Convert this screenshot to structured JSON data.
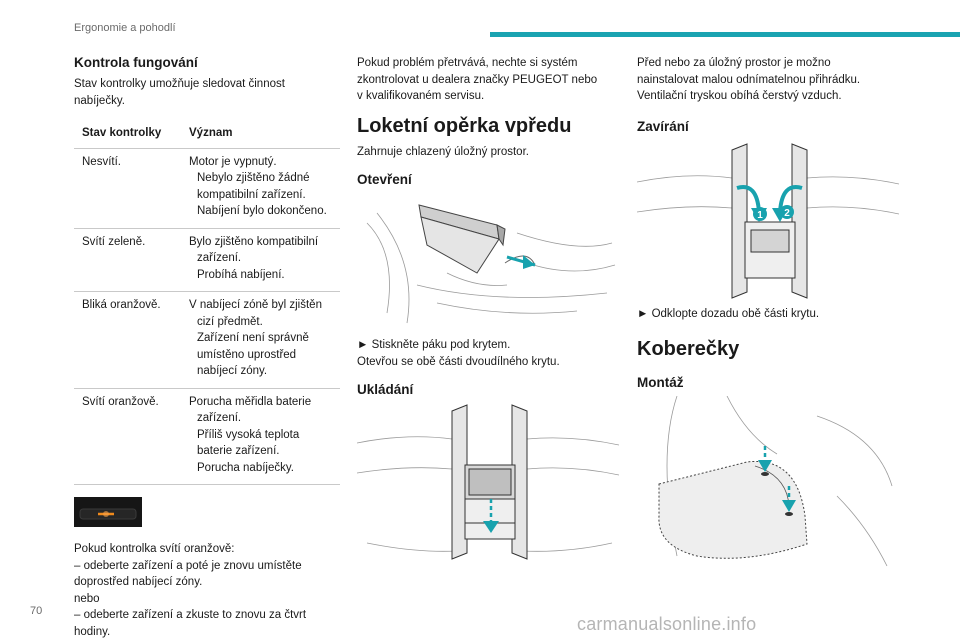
{
  "header": {
    "section": "Ergonomie a pohodlí",
    "accent_color": "#1aa3b1"
  },
  "col1": {
    "heading": "Kontrola fungování",
    "intro": "Stav kontrolky umožňuje sledovat činnost\nnabíječky.",
    "table": {
      "headers": [
        "Stav kontrolky",
        "Význam"
      ],
      "rows": [
        {
          "state": "Nesvítí.",
          "meaning": "Motor je vypnutý.\nNebylo zjištěno žádné kompatibilní zařízení.\nNabíjení bylo dokončeno."
        },
        {
          "state": "Svítí zeleně.",
          "meaning": "Bylo zjištěno kompatibilní zařízení.\nProbíhá nabíjení."
        },
        {
          "state": "Bliká oranžově.",
          "meaning": "V nabíjecí zóně byl zjištěn cizí předmět.\nZařízení není správně umístěno uprostřed nabíjecí zóny."
        },
        {
          "state": "Svítí oranžově.",
          "meaning": "Porucha měřidla baterie zařízení.\nPříliš vysoká teplota baterie zařízení.\nPorucha nabíječky."
        }
      ]
    },
    "note": "Pokud kontrolka svítí oranžově:\n–  odeberte zařízení a poté je znovu umístěte\ndoprostřed nabíjecí zóny.\nnebo\n–  odeberte zařízení a zkuste to znovu za čtvrt\nhodiny."
  },
  "col2": {
    "intro": "Pokud problém přetrvává, nechte si systém\nzkontrolovat u dealera značky PEUGEOT nebo\nv kvalifikovaném servisu.",
    "title": "Loketní opěrka vpředu",
    "subtitle": "Zahrnuje chlazený úložný prostor.",
    "open_heading": "Otevření",
    "open_text": "►  Stiskněte páku pod krytem.\nOtevřou se obě části dvoudílného krytu.",
    "store_heading": "Ukládání"
  },
  "col3": {
    "intro": "Před nebo za úložný prostor je možno\nnainstalovat malou odnímatelnou přihrádku.\nVentilační tryskou obíhá čerstvý vzduch.",
    "close_heading": "Zavírání",
    "close_text": "►  Odklopte dozadu obě části krytu.",
    "mats_title": "Koberečky",
    "mount_heading": "Montáž",
    "callouts": [
      "1",
      "2"
    ]
  },
  "footer": {
    "page_number": "70",
    "watermark": "carmanualsonline.info"
  }
}
